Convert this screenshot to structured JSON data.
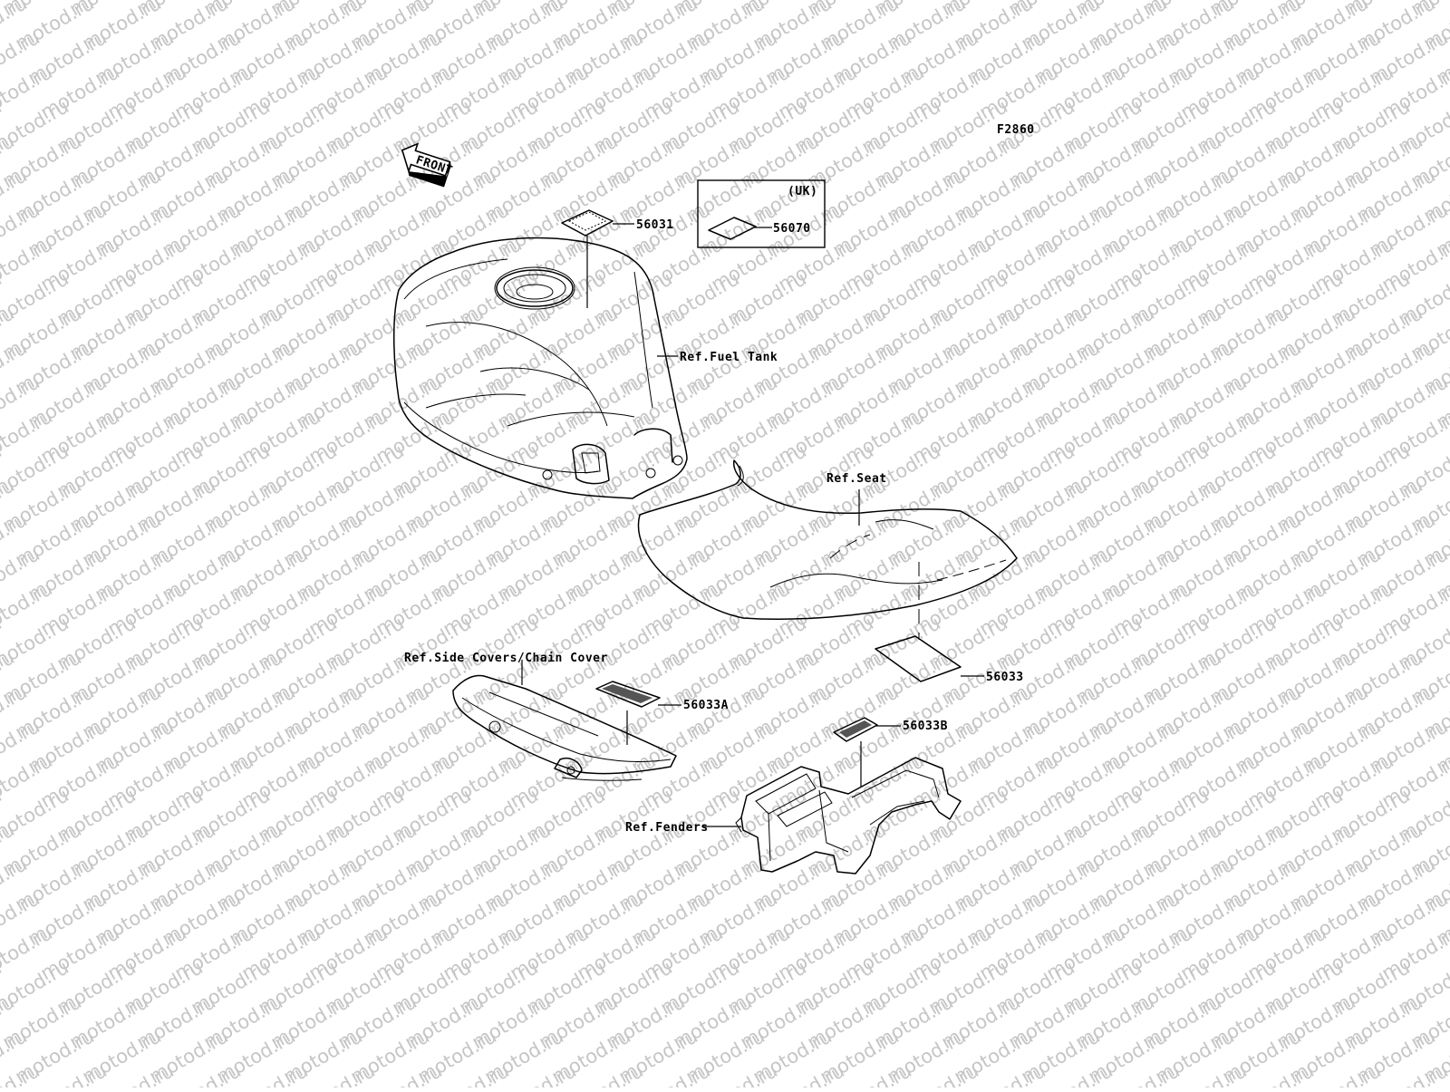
{
  "watermark": "motod.ru",
  "figure_code": "F2860",
  "front_arrow": "FRONT",
  "labels": {
    "p56031": "56031",
    "uk_region": "(UK)",
    "p56070": "56070",
    "fuel_tank": "Ref.Fuel Tank",
    "seat": "Ref.Seat",
    "p56033": "56033",
    "side_covers": "Ref.Side Covers/Chain Cover",
    "p56033a": "56033A",
    "p56033b": "56033B",
    "fenders": "Ref.Fenders"
  }
}
